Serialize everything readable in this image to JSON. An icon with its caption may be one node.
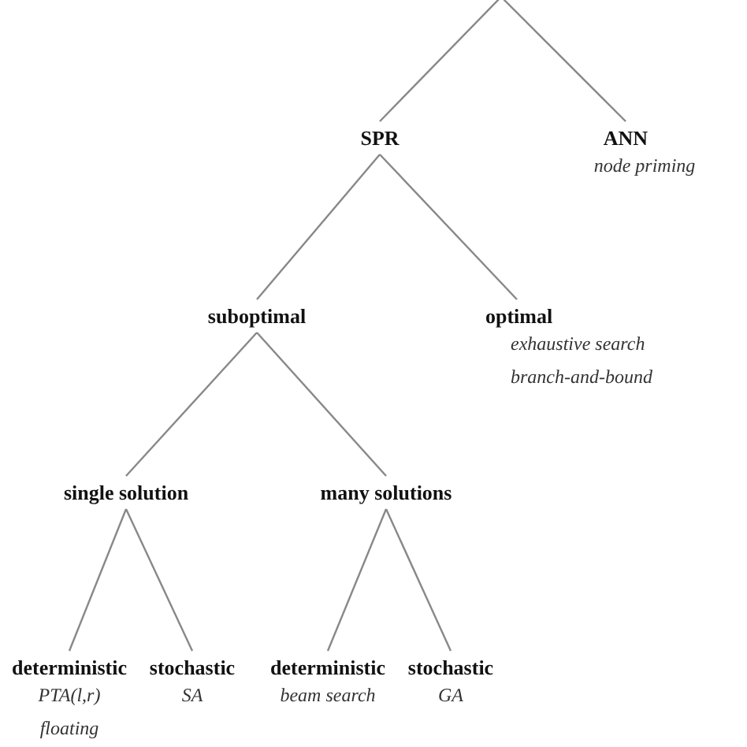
{
  "diagram": {
    "nodes": [
      {
        "text": [
          "SPR"
        ]
      },
      {
        "text": [
          "ANN"
        ],
        "beside": [
          "node priming"
        ]
      },
      {
        "text": [
          "suboptimal"
        ]
      },
      {
        "text": [
          "optimal"
        ],
        "beside": [
          "exhaustive search",
          "branch-and-bound"
        ]
      },
      {
        "text": [
          "single solution"
        ]
      },
      {
        "text": [
          "many solutions"
        ]
      },
      {
        "text": [
          "deterministic"
        ],
        "beside": [
          "PTA(l,r)",
          "floating"
        ]
      },
      {
        "text": [
          "stochastic"
        ],
        "beside": [
          "SA"
        ]
      },
      {
        "text": [
          "deterministic"
        ],
        "beside": [
          "beam search"
        ]
      },
      {
        "text": [
          "stochastic"
        ],
        "beside": [
          "GA"
        ]
      }
    ],
    "edges": [
      {
        "from": null,
        "to": 0,
        "arrow": "none"
      },
      {
        "from": null,
        "to": 1,
        "arrow": "none"
      },
      {
        "from": 0,
        "to": 2,
        "arrow": "none"
      },
      {
        "from": 0,
        "to": 3,
        "arrow": "none"
      },
      {
        "from": 2,
        "to": 4,
        "arrow": "none"
      },
      {
        "from": 2,
        "to": 5,
        "arrow": "none"
      },
      {
        "from": 4,
        "to": 6,
        "arrow": "none"
      },
      {
        "from": 4,
        "to": 7,
        "arrow": "none"
      },
      {
        "from": 5,
        "to": 8,
        "arrow": "none"
      },
      {
        "from": 5,
        "to": 9,
        "arrow": "none"
      }
    ]
  }
}
